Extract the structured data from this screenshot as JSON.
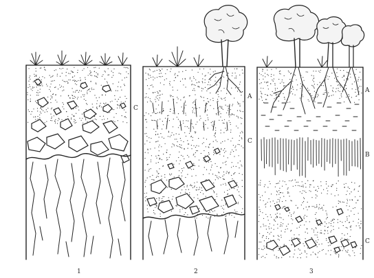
{
  "profiles": [
    {
      "number": "1",
      "horizon_labels": [
        "C"
      ]
    },
    {
      "number": "2",
      "horizon_labels": [
        "A",
        "C"
      ]
    },
    {
      "number": "3",
      "horizon_labels": [
        "A",
        "B",
        "C"
      ]
    }
  ],
  "colors": {
    "ink": "#222222",
    "paper": "#ffffff"
  },
  "icons": [
    "grass-tuft-icon",
    "tree-icon",
    "root-icon",
    "stone-icon",
    "bedrock-crack-icon"
  ]
}
